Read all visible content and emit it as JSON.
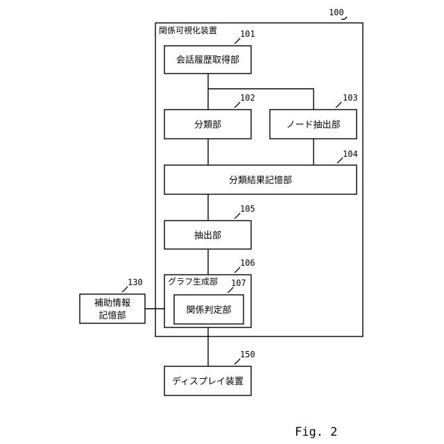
{
  "apparatus": {
    "label": "関係可視化装置",
    "ref": "100"
  },
  "blocks": {
    "conversation_history": {
      "label": "会話履歴取得部",
      "ref": "101"
    },
    "classification": {
      "label": "分類部",
      "ref": "102"
    },
    "node_extraction": {
      "label": "ノード抽出部",
      "ref": "103"
    },
    "classification_result_storage": {
      "label": "分類結果記憶部",
      "ref": "104"
    },
    "extraction": {
      "label": "抽出部",
      "ref": "105"
    },
    "graph_generation": {
      "label": "グラフ生成部",
      "ref": "106"
    },
    "relation_determination": {
      "label": "関係判定部",
      "ref": "107"
    },
    "auxiliary_storage": {
      "label_line1": "補助情報",
      "label_line2": "記憶部",
      "ref": "130"
    },
    "display": {
      "label": "ディスプレイ装置",
      "ref": "150"
    }
  },
  "figure_label": "Fig. 2"
}
